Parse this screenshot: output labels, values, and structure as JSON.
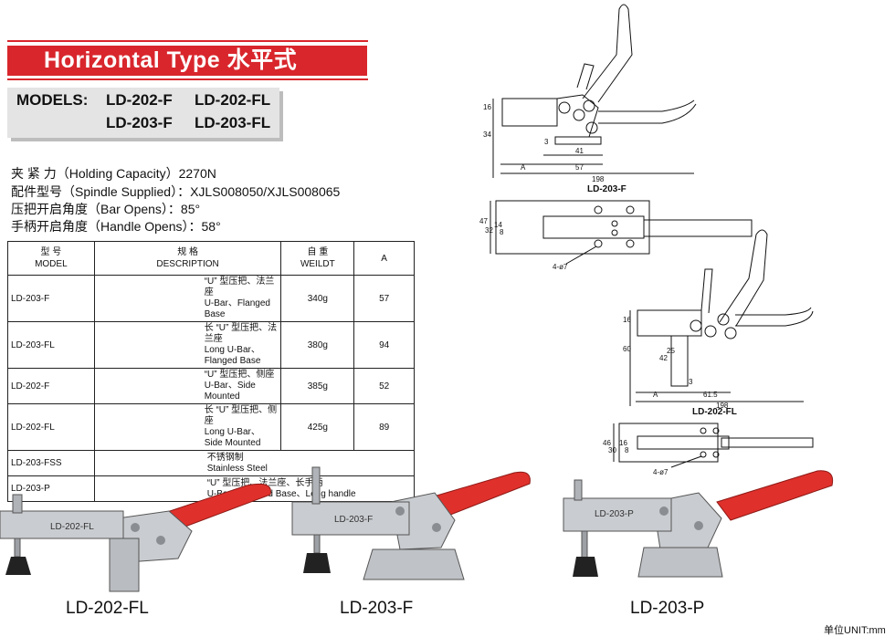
{
  "header": {
    "title": "Horizontal Type 水平式",
    "models_label": "MODELS:",
    "models_row1": [
      "LD-202-F",
      "LD-202-FL"
    ],
    "models_row2": [
      "LD-203-F",
      "LD-203-FL"
    ]
  },
  "specs": [
    "夹 紧 力（Holding Capacity）2270N",
    "配件型号（Spindle Supplied）：XJLS008050/XJLS008065",
    "压把开启角度（Bar Opens）：85°",
    "手柄开启角度（Handle Opens）：58°"
  ],
  "table": {
    "headers": [
      {
        "cn": "型 号",
        "en": "MODEL"
      },
      {
        "cn": "规 格",
        "en": "DESCRIPTION"
      },
      {
        "cn": "自 重",
        "en": "WEILDT"
      },
      {
        "cn": "",
        "en": "A"
      }
    ],
    "rows": [
      {
        "model": "LD-203-F",
        "desc_cn": "“U” 型压把、法兰座",
        "desc_en": "U-Bar、Flanged Base",
        "weight": "340g",
        "a": "57"
      },
      {
        "model": "LD-203-FL",
        "desc_cn": "长 “U” 型压把、法兰座",
        "desc_en": "Long U-Bar、Flanged  Base",
        "weight": "380g",
        "a": "94"
      },
      {
        "model": "LD-202-F",
        "desc_cn": "“U” 型压把、侧座",
        "desc_en": "U-Bar、Side Mounted",
        "weight": "385g",
        "a": "52"
      },
      {
        "model": "LD-202-FL",
        "desc_cn": "长 “U” 型压把、侧座",
        "desc_en": "Long U-Bar、Side Mounted",
        "weight": "425g",
        "a": "89"
      },
      {
        "model": "LD-203-FSS",
        "desc_cn": "不锈钢制",
        "desc_en": "Stainless Steel",
        "weight": "",
        "a": ""
      },
      {
        "model": "LD-203-P",
        "desc_cn": "“U” 型压把、法兰座、长手柄",
        "desc_en": "U-Bar、Flanged Base、Long handle",
        "weight": "",
        "a": ""
      }
    ]
  },
  "drawings": {
    "d1": {
      "label": "LD-203-F",
      "dims": [
        "16",
        "34",
        "3",
        "41",
        "57",
        "A",
        "198"
      ]
    },
    "d2": {
      "dims": [
        "47",
        "32",
        "14",
        "8",
        "4-ø7"
      ]
    },
    "d3": {
      "label": "LD-202-FL",
      "dims": [
        "16",
        "60",
        "42",
        "25",
        "3",
        "A",
        "61.5",
        "198"
      ]
    },
    "d4": {
      "dims": [
        "46",
        "30",
        "16",
        "8",
        "4-ø7"
      ]
    }
  },
  "photos": [
    {
      "caption": "LD-202-FL",
      "marking": "LD-202-FL"
    },
    {
      "caption": "LD-203-F",
      "marking": "LD-203-F"
    },
    {
      "caption": "LD-203-P",
      "marking": "LD-203-P"
    }
  ],
  "unit": "单位UNIT:mm",
  "colors": {
    "banner": "#d8262c",
    "handle": "#e0302b",
    "steel": "#c9ccd0"
  }
}
